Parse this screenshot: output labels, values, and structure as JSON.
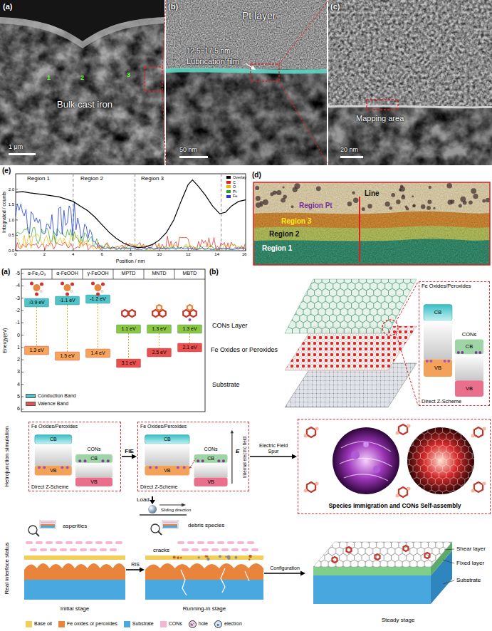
{
  "diagram": {
    "nodes": [
      {
        "text": [
          "Fe Oxides/Peroxides",
          "CB",
          "VB",
          "CONs",
          "CB",
          "VB",
          "Direct Z-Scheme"
        ]
      },
      {
        "text": [
          "Fe Oxides/Peroxides",
          "CB",
          "VB",
          "CONs",
          "CB",
          "VB",
          "Direct Z-Scheme"
        ]
      },
      {
        "text": [
          "Fe Oxides/Peroxides",
          "CB",
          "VB",
          "CONs",
          "CB",
          "VB",
          "E",
          "Internal electric field",
          "Direct Z-Scheme"
        ]
      },
      {
        "text": [
          "Species immigration and CONs Self-assembly"
        ]
      },
      {
        "text": [
          "Initial stage"
        ]
      },
      {
        "text": [
          "Running-in stage"
        ]
      },
      {
        "text": [
          "Steady stage"
        ]
      }
    ],
    "edges": [
      {
        "from": 1,
        "to": 2,
        "arrow": "to",
        "label": "FIE"
      },
      {
        "from": 2,
        "to": 3,
        "arrow": "to",
        "label": "Electric Field Spur"
      },
      {
        "from": 4,
        "to": 5,
        "arrow": "to",
        "label": "RIS"
      },
      {
        "from": 5,
        "to": 6,
        "arrow": "to",
        "label": "Configuration"
      }
    ],
    "labels": [
      "(a)",
      "1",
      "2",
      "3",
      "Bulk cast iron",
      "1 μm",
      "(b)",
      "Pt layer",
      "12.5~17.5 nm",
      "Lubrication film",
      "50 nm",
      "(c)",
      "Mapping area",
      "20 nm",
      "(e)",
      "Region 1",
      "Region 2",
      "Region 3",
      "Integrated / counts",
      "0.0",
      "0.5",
      "1.0",
      "1.5",
      "2.0",
      "0",
      "2",
      "4",
      "6",
      "8",
      "10",
      "12",
      "14",
      "16",
      "Position / nm",
      "(d)",
      "Region Pt",
      "Line",
      "Region 3",
      "Region 2",
      "Region 1",
      "(a)",
      "Energy(eV)",
      "-5",
      "-4",
      "-3",
      "-2",
      "-1",
      "0",
      "1",
      "2",
      "3",
      "4",
      "5",
      "6",
      "α-Fe₂O₃",
      "α-FeOOH",
      "γ-FeOOH",
      "MPTD",
      "MNTD",
      "MBTD",
      "-0.9 eV",
      "1.3 eV",
      "-1.1 eV",
      "1.5 eV",
      "-1.2 eV",
      "1.4 eV",
      "1.1 eV",
      "3.1 eV",
      "1.3 eV",
      "2.5 eV",
      "1.3 eV",
      "2.1 eV",
      "(b)",
      "CONs Layer",
      "Fe Oxides or Peroxides",
      "Substrate",
      "Hetrojunction simulation",
      "Load",
      "Sliding direction",
      "Real interface status",
      "asperities",
      "debris species",
      "cracks",
      "Shear layer",
      "Fixed layer",
      "Substrate",
      "h⁺",
      "e"
    ],
    "legend": [
      {
        "text": "Overlay",
        "color": "#000000"
      },
      {
        "text": "C",
        "color": "#e02020"
      },
      {
        "text": "O",
        "color": "#f0b400"
      },
      {
        "text": "Pt",
        "color": "#2ca02c"
      },
      {
        "text": "Fe",
        "color": "#1f3fd0"
      },
      {
        "text": "Conduction Band",
        "color": "#4fc3c7"
      },
      {
        "text": "Valence Band",
        "color": "#e8504f"
      },
      {
        "text": "Base oil",
        "color": "#f3cf5a"
      },
      {
        "text": "Fe oxides or peroxides",
        "color": "#e8843c"
      },
      {
        "text": "Substrate",
        "color": "#4aa8e0"
      },
      {
        "text": "CONs",
        "color": "#f4b6d2"
      },
      {
        "text": "hole"
      },
      {
        "text": "electron"
      }
    ]
  }
}
